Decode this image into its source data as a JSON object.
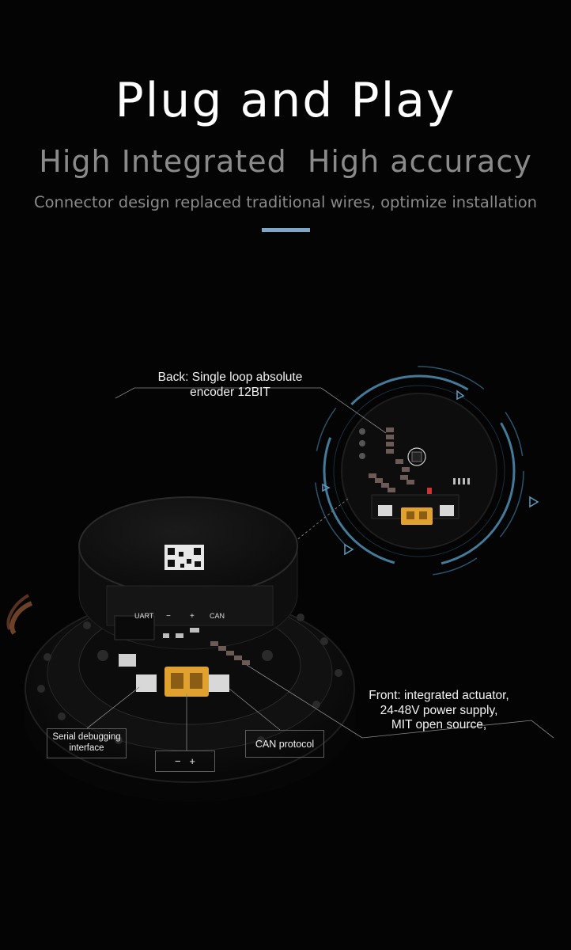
{
  "header": {
    "title": "Plug and Play",
    "subtitle": "High Integrated  High accuracy",
    "description": "Connector design replaced traditional wires, optimize installation"
  },
  "callouts": {
    "back_line1": "Back:  Single loop absolute",
    "back_line2": "encoder 12BIT",
    "front_line1": "Front:  integrated actuator,",
    "front_line2": "24-48V power supply,",
    "front_line3": "MIT open source,"
  },
  "labels": {
    "serial_line1": "Serial debugging",
    "serial_line2": "interface",
    "power": "−   +",
    "can": "CAN protocol"
  },
  "board_silkscreen": {
    "uart": "UART",
    "minus": "−",
    "plus": "+",
    "can": "CAN"
  },
  "colors": {
    "background": "#040404",
    "title": "#ffffff",
    "subtitle": "#8a8a8a",
    "accent": "#7fa6c4",
    "hud_ring": "#4f8fb5",
    "xt30_connector": "#e0a12e"
  }
}
